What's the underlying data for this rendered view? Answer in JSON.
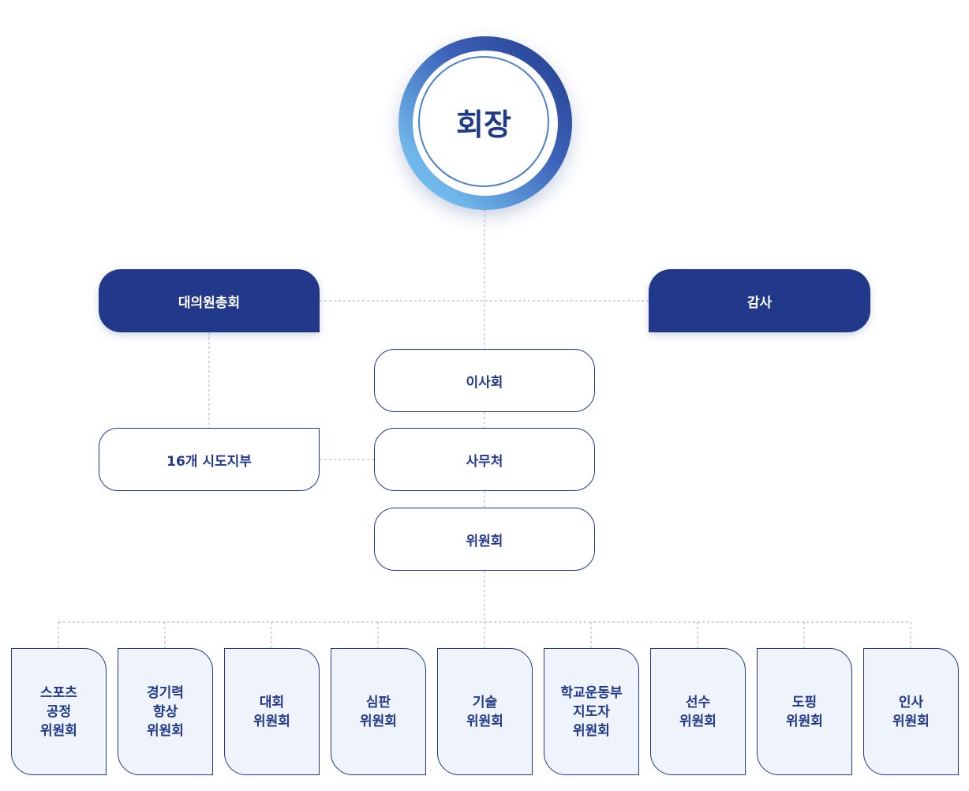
{
  "chairman": "회장",
  "assembly": "대의원총회",
  "audit": "감사",
  "board": "이사회",
  "secretariat": "사무처",
  "committee": "위원회",
  "branches": "16개 시도지부",
  "committees": [
    "스포츠\n공정\n위원회",
    "경기력\n향상\n위원회",
    "대회\n위원회",
    "심판\n위원회",
    "기술\n위원회",
    "학교운동부\n지도자\n위원회",
    "선수\n위원회",
    "도핑\n위원회",
    "인사\n위원회"
  ]
}
